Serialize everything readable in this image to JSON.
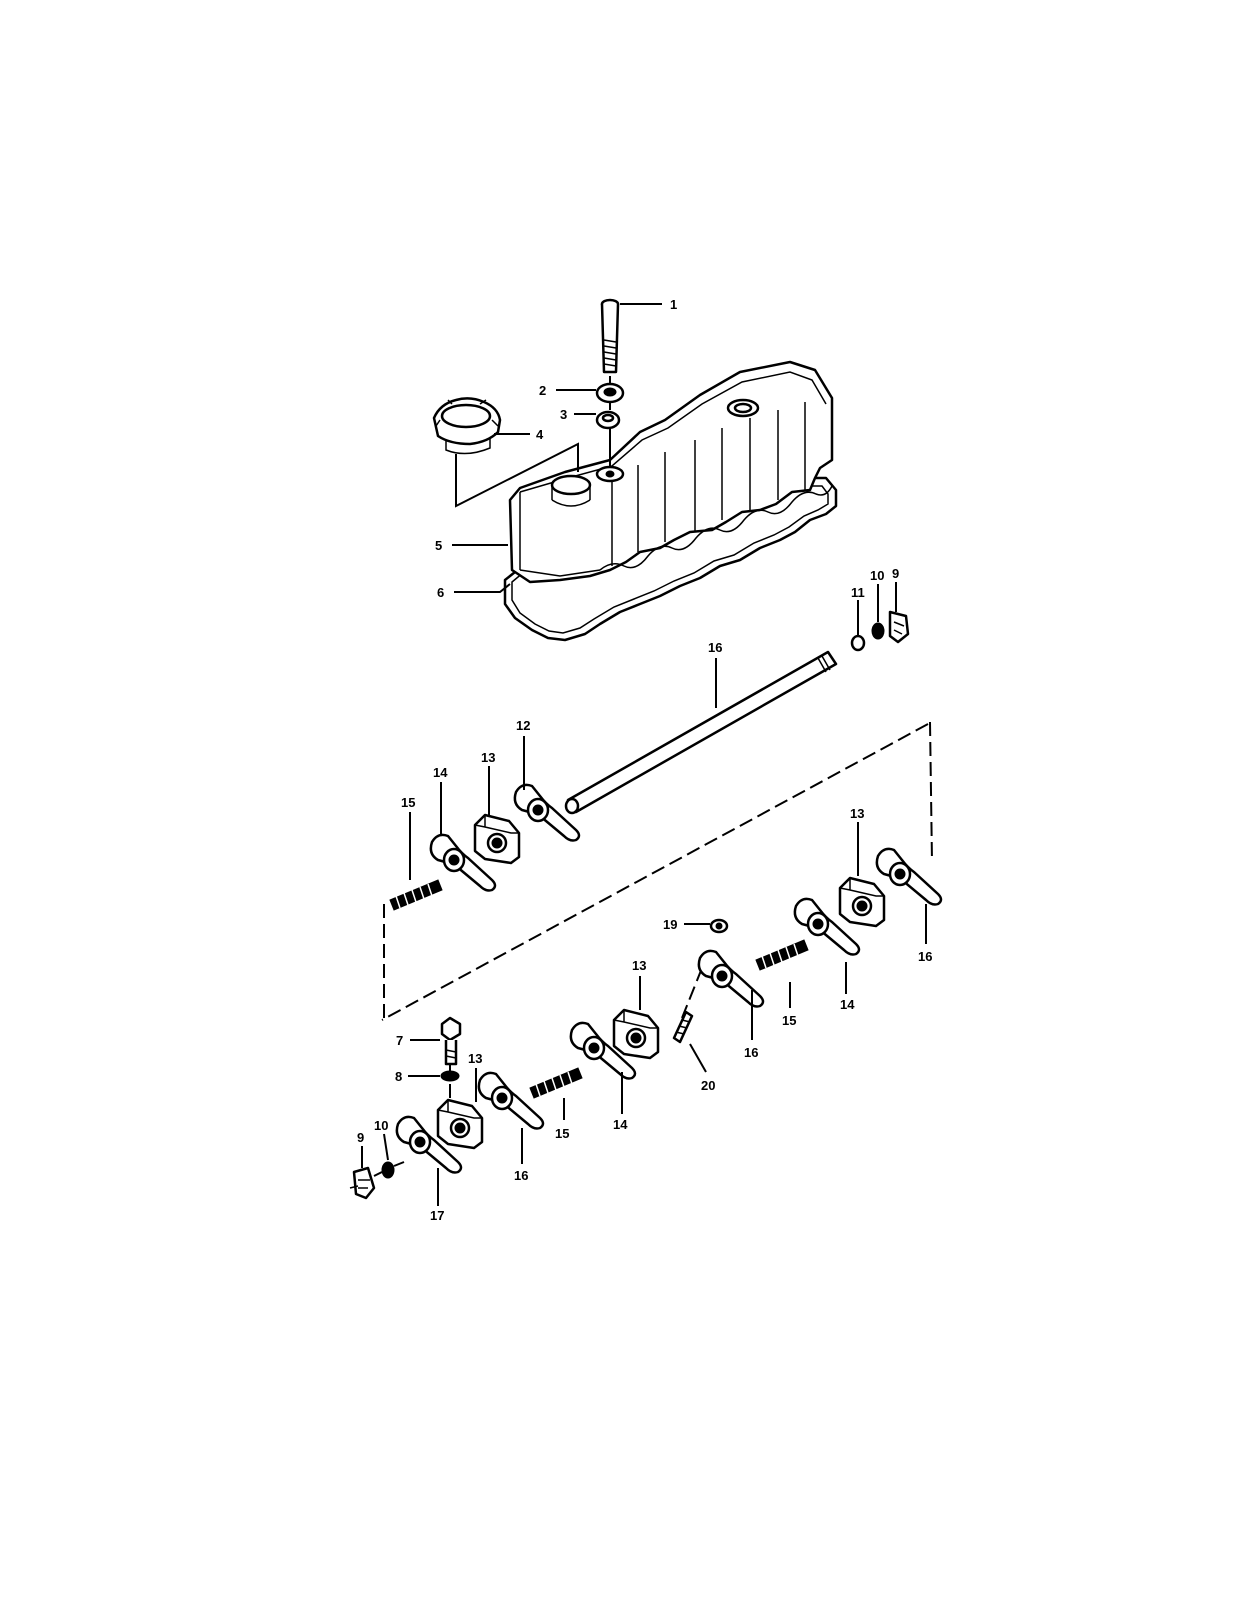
{
  "callouts": [
    {
      "id": "c1",
      "text": "1"
    },
    {
      "id": "c2",
      "text": "2"
    },
    {
      "id": "c3",
      "text": "3"
    },
    {
      "id": "c4",
      "text": "4"
    },
    {
      "id": "c5",
      "text": "5"
    },
    {
      "id": "c6",
      "text": "6"
    },
    {
      "id": "c7",
      "text": "7"
    },
    {
      "id": "c8",
      "text": "8"
    },
    {
      "id": "c9a",
      "text": "9"
    },
    {
      "id": "c9b",
      "text": "9"
    },
    {
      "id": "c10a",
      "text": "10"
    },
    {
      "id": "c10b",
      "text": "10"
    },
    {
      "id": "c11",
      "text": "11"
    },
    {
      "id": "c12",
      "text": "12"
    },
    {
      "id": "c13a",
      "text": "13"
    },
    {
      "id": "c13b",
      "text": "13"
    },
    {
      "id": "c13c",
      "text": "13"
    },
    {
      "id": "c13d",
      "text": "13"
    },
    {
      "id": "c14a",
      "text": "14"
    },
    {
      "id": "c14b",
      "text": "14"
    },
    {
      "id": "c14c",
      "text": "14"
    },
    {
      "id": "c15a",
      "text": "15"
    },
    {
      "id": "c15b",
      "text": "15"
    },
    {
      "id": "c15c",
      "text": "15"
    },
    {
      "id": "c16a",
      "text": "16"
    },
    {
      "id": "c16b",
      "text": "16"
    },
    {
      "id": "c16c",
      "text": "16"
    },
    {
      "id": "c16d",
      "text": "16"
    },
    {
      "id": "c17",
      "text": "17"
    },
    {
      "id": "c19",
      "text": "19"
    },
    {
      "id": "c20",
      "text": "20"
    }
  ]
}
